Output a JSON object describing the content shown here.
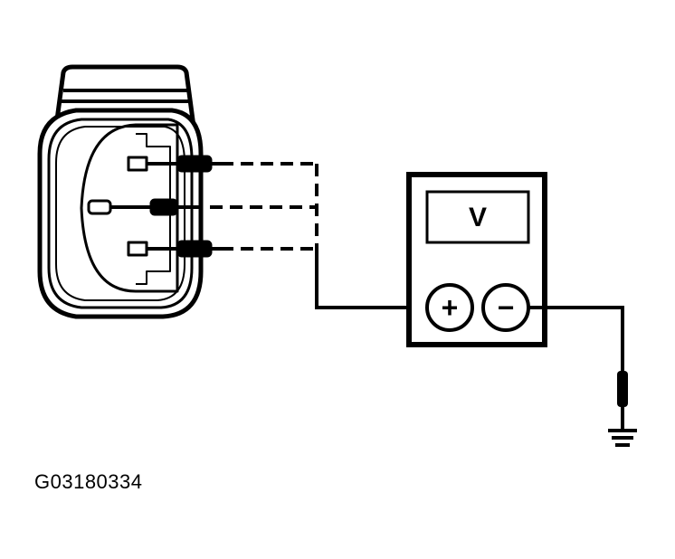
{
  "diagram": {
    "figure_id": "G03180334",
    "meter": {
      "display_symbol": "V",
      "positive_terminal": "+",
      "negative_terminal": "−"
    },
    "connector": {
      "pin_count": 3
    },
    "ground_symbol": "ground-icon"
  }
}
